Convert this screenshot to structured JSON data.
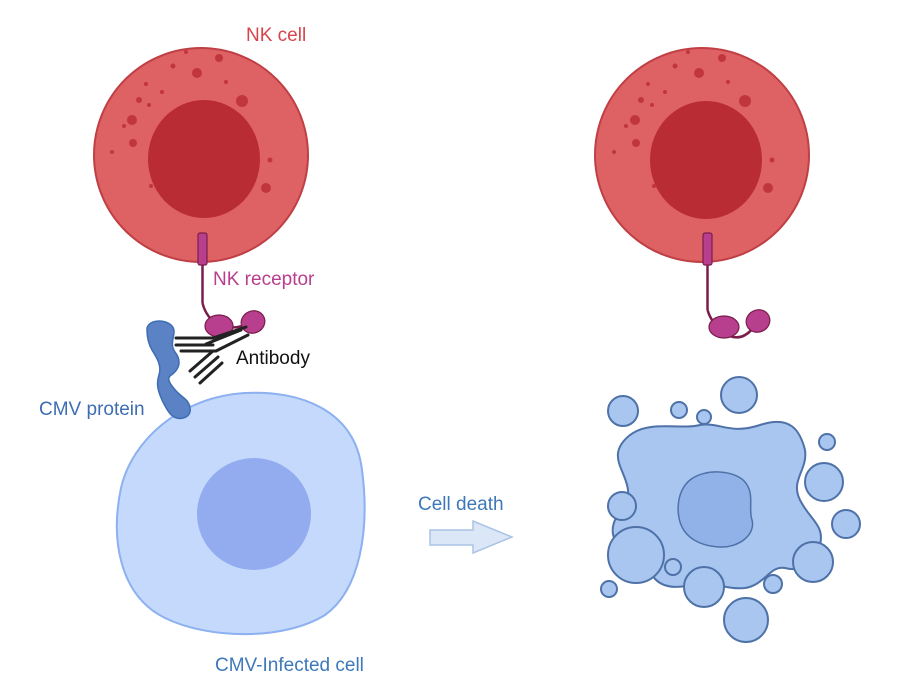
{
  "labels": {
    "nk_cell": "NK cell",
    "nk_receptor": "NK receptor",
    "antibody": "Antibody",
    "cmv_protein": "CMV protein",
    "cell_death": "Cell death",
    "infected_cell": "CMV-Infected cell"
  },
  "colors": {
    "nk_membrane": "#de6164",
    "nk_nucleus": "#b92c33",
    "nk_granule": "#c0363c",
    "nk_label": "#d6454b",
    "receptor": "#b83e8e",
    "receptor_stem": "#7a1d4a",
    "antibody": "#222222",
    "cmv_protein": "#5b82c4",
    "infected_cell": "#c4d9fb",
    "infected_nucleus": "#93acf0",
    "dead_cell": "#a8c6ef",
    "dead_outline": "#4e72a8",
    "arrow": "#dbe7f7"
  }
}
